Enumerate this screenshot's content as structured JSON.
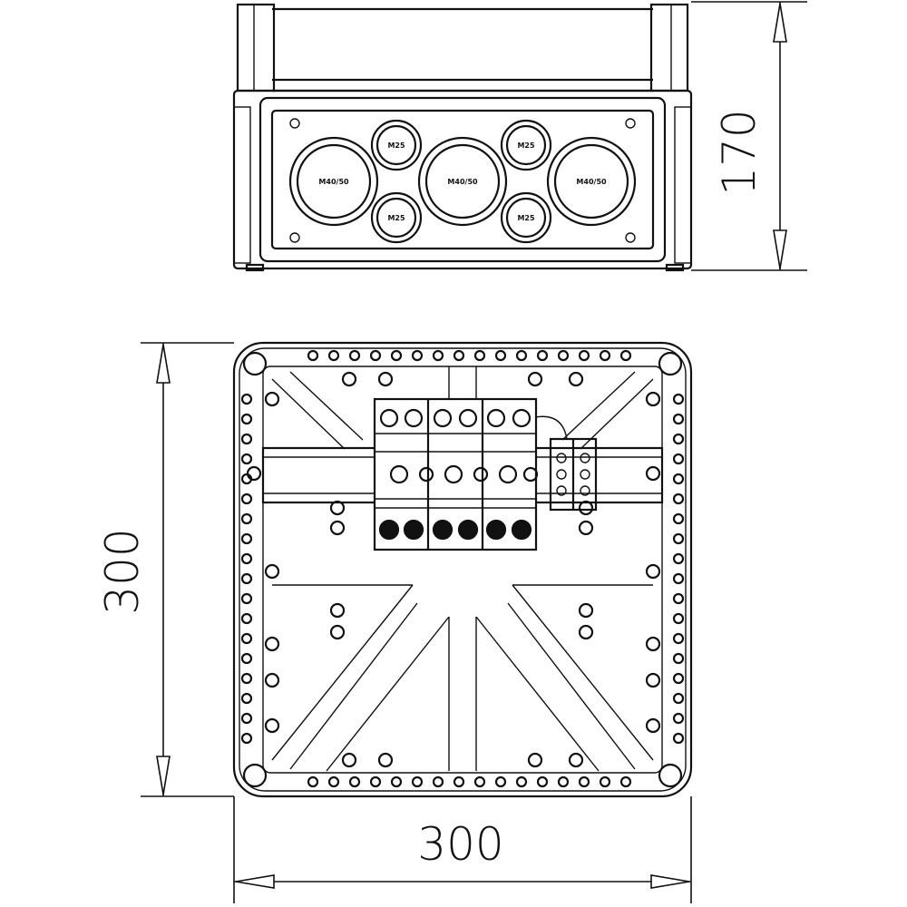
{
  "dimensions": {
    "height_top_view": "170",
    "height_front_view": "300",
    "width_front_view": "300"
  },
  "glands": {
    "large": [
      "M40/50",
      "M40/50",
      "M40/50"
    ],
    "small": [
      "M25",
      "M25",
      "M25",
      "M25"
    ]
  },
  "colors": {
    "stroke": "#111111",
    "background": "#ffffff"
  }
}
